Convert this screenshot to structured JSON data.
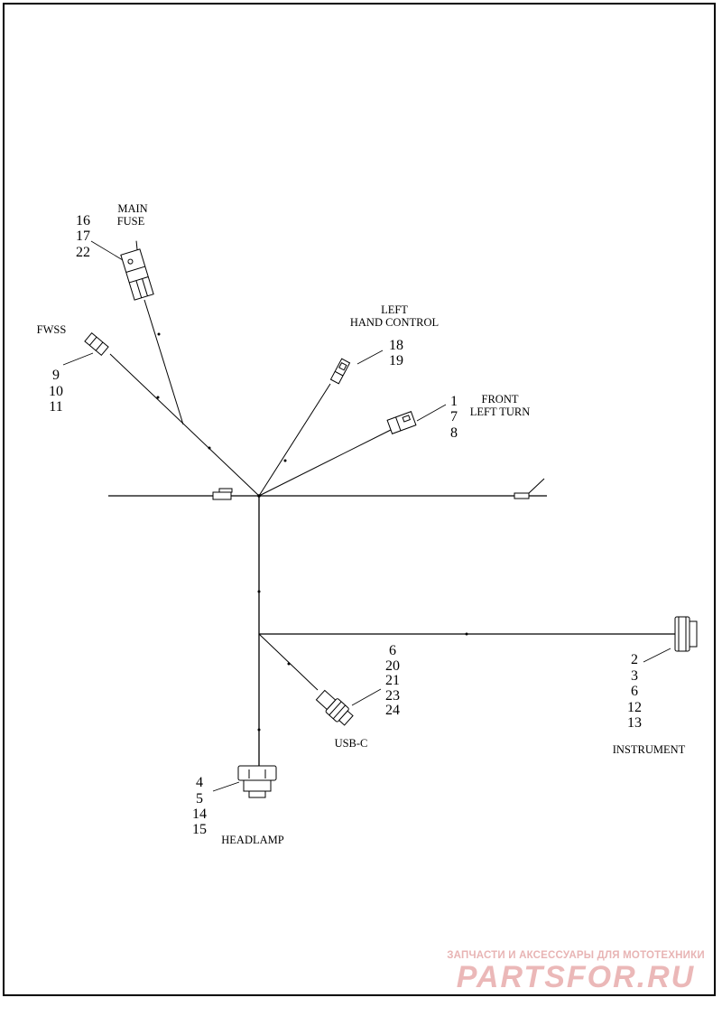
{
  "labels": {
    "main_fuse_1": "MAIN",
    "main_fuse_2": "FUSE",
    "fwss": "FWSS",
    "left_hand_control_1": "LEFT",
    "left_hand_control_2": "HAND CONTROL",
    "front_left_turn_1": "FRONT",
    "front_left_turn_2": "LEFT TURN",
    "usb_c": "USB-C",
    "instrument": "INSTRUMENT",
    "headlamp": "HEADLAMP"
  },
  "callouts": {
    "main_fuse": [
      "16",
      "17",
      "22"
    ],
    "fwss": [
      "9",
      "10",
      "11"
    ],
    "left_hand_control": [
      "18",
      "19"
    ],
    "front_left_turn": [
      "1",
      "7",
      "8"
    ],
    "usb_c": [
      "6",
      "20",
      "21",
      "23",
      "24"
    ],
    "instrument": [
      "2",
      "3",
      "6",
      "12",
      "13"
    ],
    "headlamp": [
      "4",
      "5",
      "14",
      "15"
    ]
  },
  "watermark": {
    "tagline": "ЗАПЧАСТИ И АКСЕССУАРЫ ДЛЯ МОТОТЕХНИКИ",
    "logo": "PARTSFOR.RU"
  }
}
